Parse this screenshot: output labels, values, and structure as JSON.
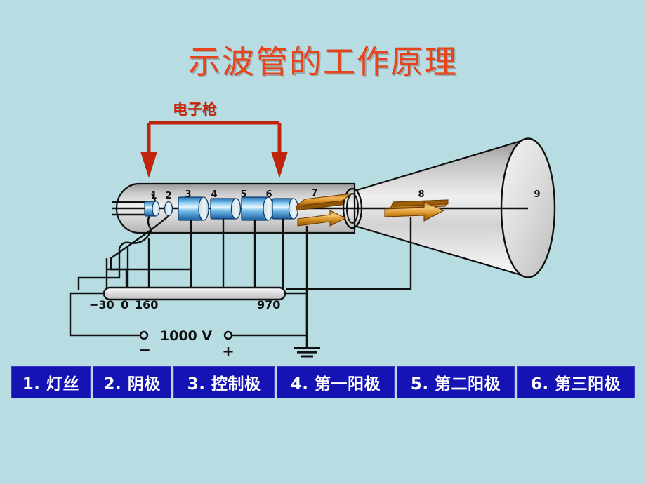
{
  "slide": {
    "title": "示波管的工作原理",
    "background_color": "#b7dde3",
    "title_color": "#e8431a"
  },
  "diagram": {
    "gun_label": "电子枪",
    "gun_label_color": "#cc2200",
    "electrode_numbers": [
      "1",
      "2",
      "3",
      "4",
      "5",
      "6",
      "7",
      "8",
      "9"
    ],
    "divider": {
      "taps": [
        "−30",
        "0",
        "160",
        "970"
      ],
      "source_label": "1000 V",
      "minus_sign": "−",
      "plus_sign": "+"
    }
  },
  "legend": {
    "items": [
      {
        "label": "1. 灯丝"
      },
      {
        "label": "2. 阴极"
      },
      {
        "label": "3. 控制极"
      },
      {
        "label": "4. 第一阳极"
      },
      {
        "label": "5. 第二阳极"
      },
      {
        "label": "6. 第三阳极"
      }
    ],
    "cell_color": "#1613b5",
    "text_color": "#ffffff"
  }
}
